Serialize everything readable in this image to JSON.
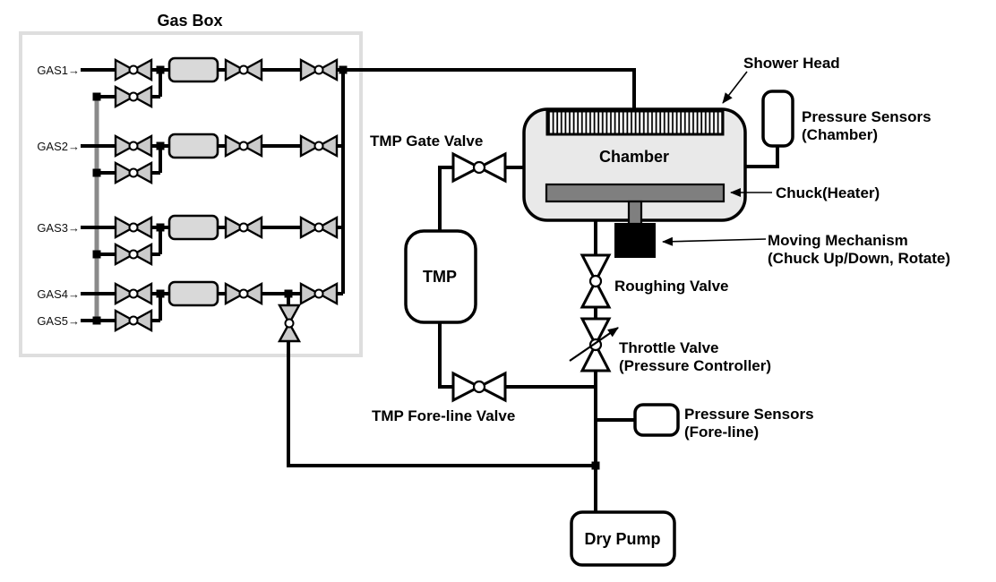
{
  "colors": {
    "pipe": "#000000",
    "gas_valve_fill": "#cbcbcb",
    "process_valve_fill": "#ffffff",
    "chamber_fill": "#e9e9e9",
    "chuck_fill": "#7f7f7f",
    "mfc_fill": "#d9d9d9",
    "gas_box_border": "#dedede",
    "purge_manifold": "#8a8a8a",
    "moving_mechanism_fill": "#000000"
  },
  "gas_box": {
    "title": "Gas Box",
    "lines": [
      {
        "label": "GAS1→"
      },
      {
        "label": "GAS2→"
      },
      {
        "label": "GAS3→"
      },
      {
        "label": "GAS4→"
      },
      {
        "label": "GAS5→"
      }
    ]
  },
  "chamber": {
    "label": "Chamber"
  },
  "labels": {
    "tmp_gate_valve": "TMP Gate Valve",
    "tmp": "TMP",
    "tmp_foreline_valve": "TMP Fore-line Valve",
    "shower_head": "Shower Head",
    "pressure_sensors_chamber_line1": "Pressure Sensors",
    "pressure_sensors_chamber_line2": "(Chamber)",
    "chuck": "Chuck(Heater)",
    "moving_mechanism_line1": "Moving Mechanism",
    "moving_mechanism_line2": "(Chuck Up/Down, Rotate)",
    "roughing_valve": "Roughing Valve",
    "throttle_valve_line1": "Throttle Valve",
    "throttle_valve_line2": "(Pressure Controller)",
    "pressure_sensors_foreline_line1": "Pressure Sensors",
    "pressure_sensors_foreline_line2": "(Fore-line)",
    "dry_pump": "Dry Pump"
  }
}
